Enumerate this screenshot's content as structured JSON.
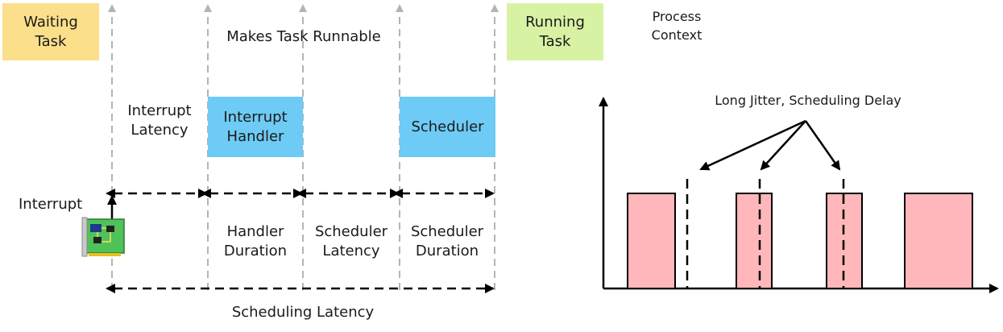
{
  "colors": {
    "waiting": "#fbdf8a",
    "running": "#d8f2a4",
    "handler": "#6ecbf5",
    "bar": "#ffb7bb",
    "gray_line": "#b4b4b4",
    "black": "#000000"
  },
  "icons": {
    "interrupt_source": "circuit-board-icon"
  },
  "left_diagram": {
    "waiting_task": "Waiting\nTask",
    "running_task": "Running\nTask",
    "makes_runnable": "Makes Task Runnable",
    "interrupt_latency": "Interrupt\nLatency",
    "interrupt_handler": "Interrupt\nHandler",
    "scheduler": "Scheduler",
    "interrupt": "Interrupt",
    "handler_duration": "Handler\nDuration",
    "scheduler_latency": "Scheduler\nLatency",
    "scheduler_duration": "Scheduler\nDuration",
    "scheduling_latency": "Scheduling Latency"
  },
  "right_diagram": {
    "process_context": "Process\nContext",
    "jitter_label": "Long Jitter, Scheduling Delay"
  }
}
